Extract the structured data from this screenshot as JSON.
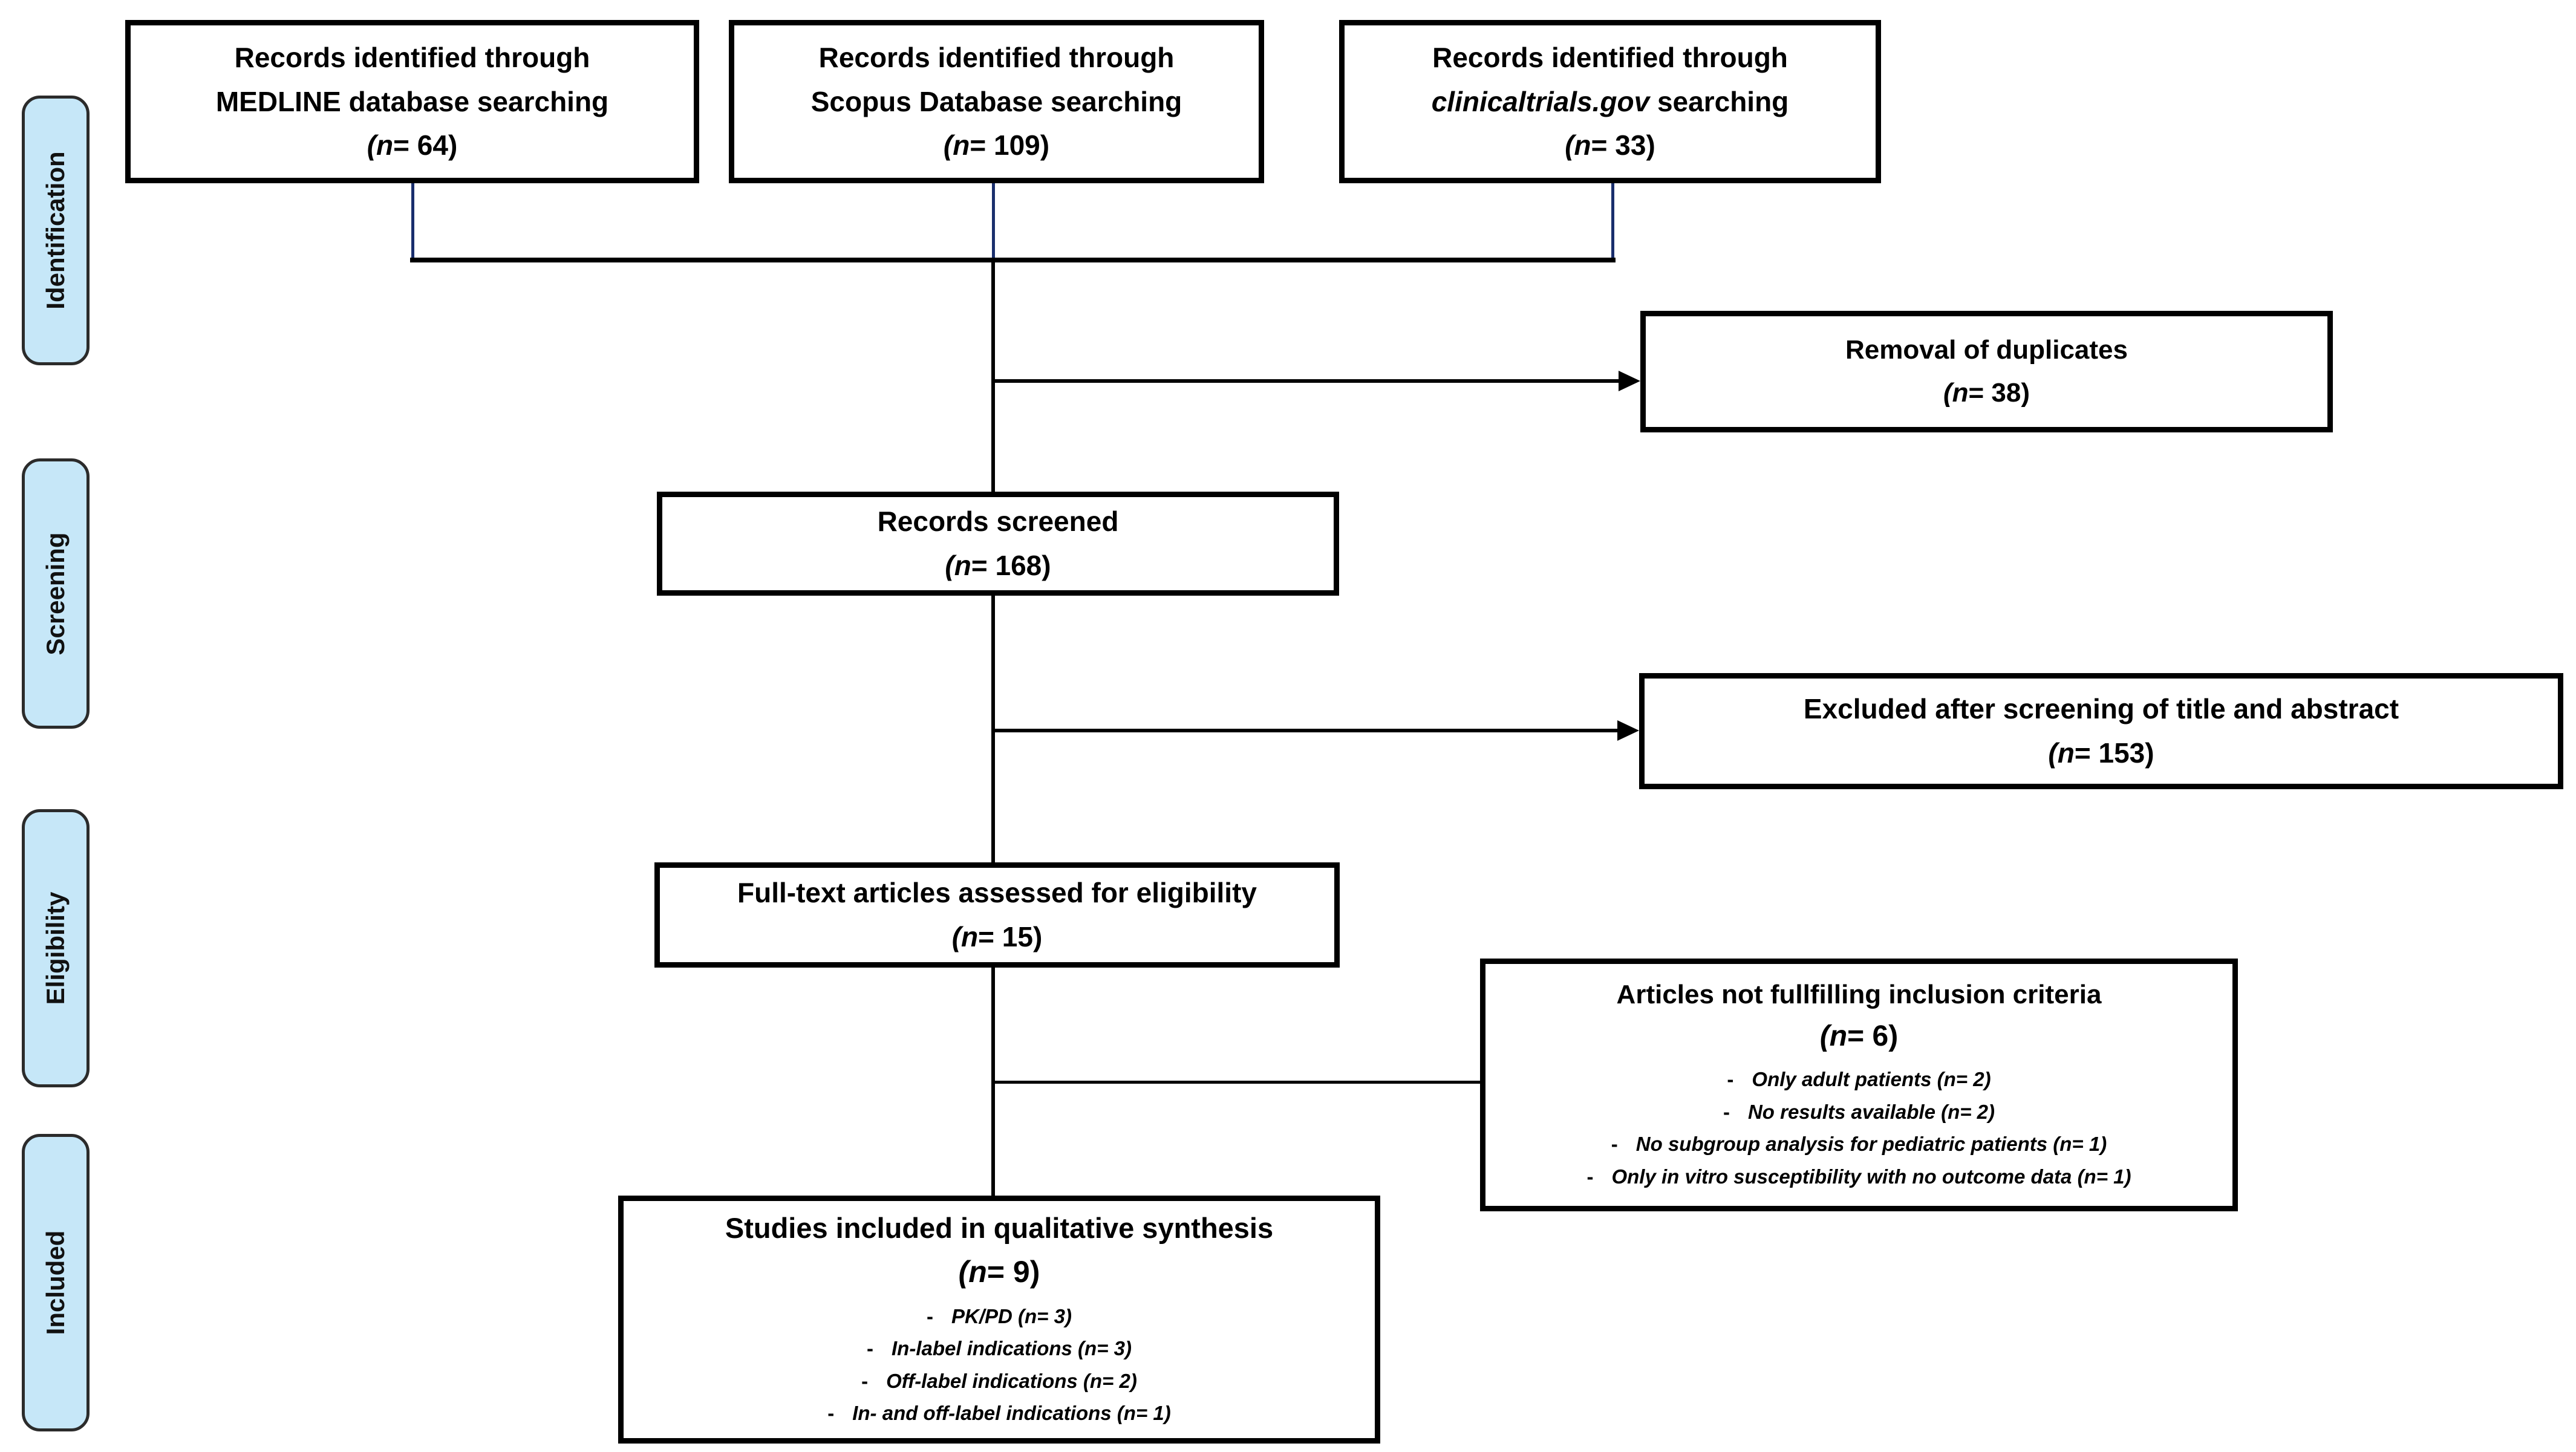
{
  "bullet_char": "-",
  "colors": {
    "stage_fill": "#c6e7f8",
    "connector_navy": "#1a2f6d",
    "connector_black": "#000000"
  },
  "stages": [
    "Identification",
    "Screening",
    "Eligibility",
    "Included"
  ],
  "boxes": {
    "medline": {
      "line1": "Records identified through",
      "line2": "MEDLINE database searching",
      "n_italic": "(n",
      "n_rest": "= 64)"
    },
    "scopus": {
      "line1": "Records identified through",
      "line2": "Scopus Database searching",
      "n_italic": "(n",
      "n_rest": "= 109)"
    },
    "clinicaltrials": {
      "line1": "Records identified through",
      "line2_italic": "clinicaltrials.gov",
      "line2_rest": " searching",
      "n_italic": "(n",
      "n_rest": "= 33)"
    },
    "duplicates": {
      "title": "Removal of duplicates",
      "n_italic": "(n",
      "n_rest": "= 38)"
    },
    "screened": {
      "title": "Records screened",
      "n_italic": "(n",
      "n_rest": "= 168)"
    },
    "excluded": {
      "title": "Excluded after screening of title and abstract",
      "n_italic": "(n",
      "n_rest": "= 153)"
    },
    "fulltext": {
      "title": "Full-text articles assessed for eligibility",
      "n_italic": "(n",
      "n_rest": "= 15)"
    },
    "not_fulfilling": {
      "title": "Articles not fullfilling inclusion criteria",
      "n_italic": "(n",
      "n_rest": "= 6)",
      "bullets": [
        "Only adult patients (n= 2)",
        "No results available (n= 2)",
        "No subgroup analysis for pediatric patients (n= 1)",
        "Only in vitro susceptibility with no outcome data (n= 1)"
      ]
    },
    "qualitative": {
      "title": "Studies included in qualitative synthesis",
      "n_italic": "(n",
      "n_rest": "= 9)",
      "bullets": [
        "PK/PD (n= 3)",
        "In-label indications (n= 3)",
        "Off-label indications (n= 2)",
        "In- and off-label indications (n= 1)"
      ]
    }
  }
}
